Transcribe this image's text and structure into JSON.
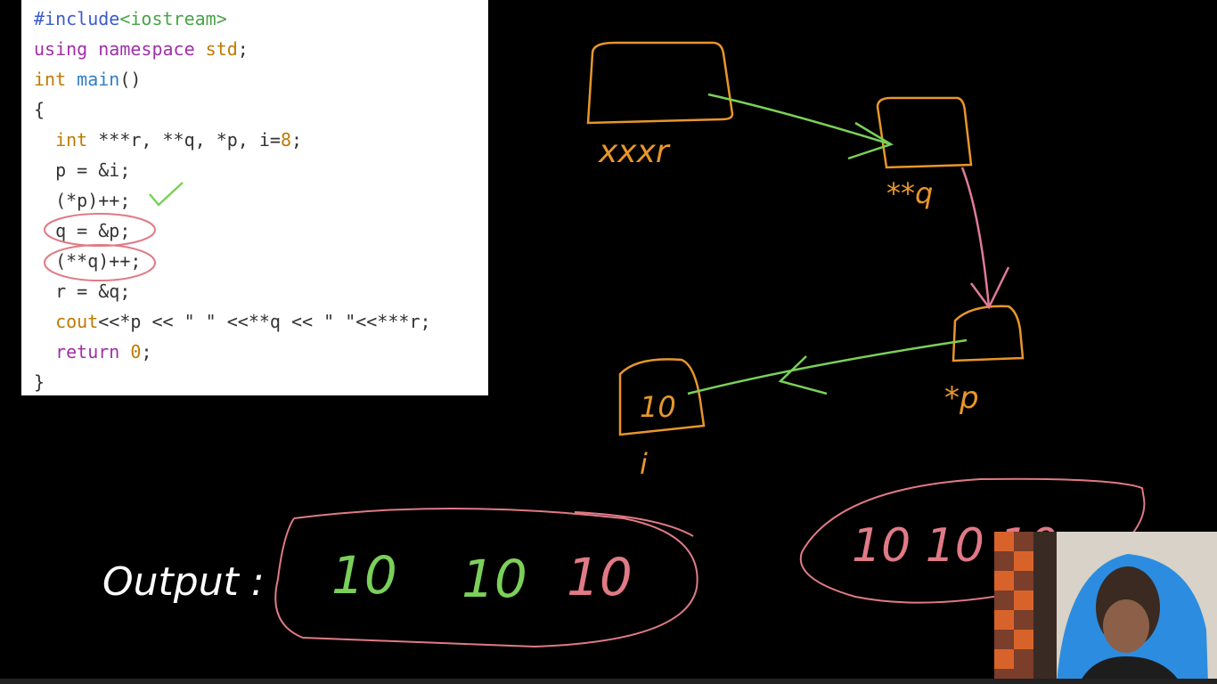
{
  "code": {
    "lines": [
      {
        "segs": [
          {
            "t": "#include",
            "c": "kw-pre"
          },
          {
            "t": "<iostream>",
            "c": "kw-str"
          }
        ]
      },
      {
        "segs": [
          {
            "t": "using namespace ",
            "c": "kw"
          },
          {
            "t": "std",
            "c": "kw-std"
          },
          {
            "t": ";",
            "c": ""
          }
        ]
      },
      {
        "segs": [
          {
            "t": "int ",
            "c": "kw-std"
          },
          {
            "t": "main",
            "c": "kw-fn"
          },
          {
            "t": "()",
            "c": ""
          }
        ]
      },
      {
        "segs": [
          {
            "t": "{",
            "c": ""
          }
        ]
      },
      {
        "segs": [
          {
            "t": "  ",
            "c": ""
          },
          {
            "t": "int ",
            "c": "kw-std"
          },
          {
            "t": "***r, **q, *p, i=",
            "c": ""
          },
          {
            "t": "8",
            "c": "num"
          },
          {
            "t": ";",
            "c": ""
          }
        ]
      },
      {
        "segs": [
          {
            "t": "  p = &i;",
            "c": ""
          }
        ]
      },
      {
        "segs": [
          {
            "t": "  (*p)++;",
            "c": ""
          }
        ]
      },
      {
        "segs": [
          {
            "t": "  q = &p;",
            "c": ""
          }
        ]
      },
      {
        "segs": [
          {
            "t": "  (**q)++;",
            "c": ""
          }
        ]
      },
      {
        "segs": [
          {
            "t": "  r = &q;",
            "c": ""
          }
        ]
      },
      {
        "segs": [
          {
            "t": "  ",
            "c": ""
          },
          {
            "t": "cout",
            "c": "kw-std"
          },
          {
            "t": "<<*p << \" \" <<**q << \" \"<<***r;",
            "c": ""
          }
        ]
      },
      {
        "segs": [
          {
            "t": "  ",
            "c": ""
          },
          {
            "t": "return ",
            "c": "kw"
          },
          {
            "t": "0",
            "c": "num"
          },
          {
            "t": ";",
            "c": ""
          }
        ]
      },
      {
        "segs": [
          {
            "t": "}",
            "c": ""
          }
        ]
      }
    ]
  },
  "board": {
    "box_r_label": "xxxr",
    "box_q_label": "**q",
    "box_p_label": "*p",
    "box_i_value": "10",
    "box_i_label": "i",
    "output_label": "Output :",
    "output_values": [
      "10",
      "10",
      "10"
    ],
    "second_output": "10 10 10"
  },
  "colors": {
    "box": "#e8962a",
    "arrow_green": "#7bd05a",
    "arrow_pink": "#e07a9a",
    "circle": "#e07a86",
    "white_ink": "#ffffff",
    "tick": "#7bd05a"
  }
}
